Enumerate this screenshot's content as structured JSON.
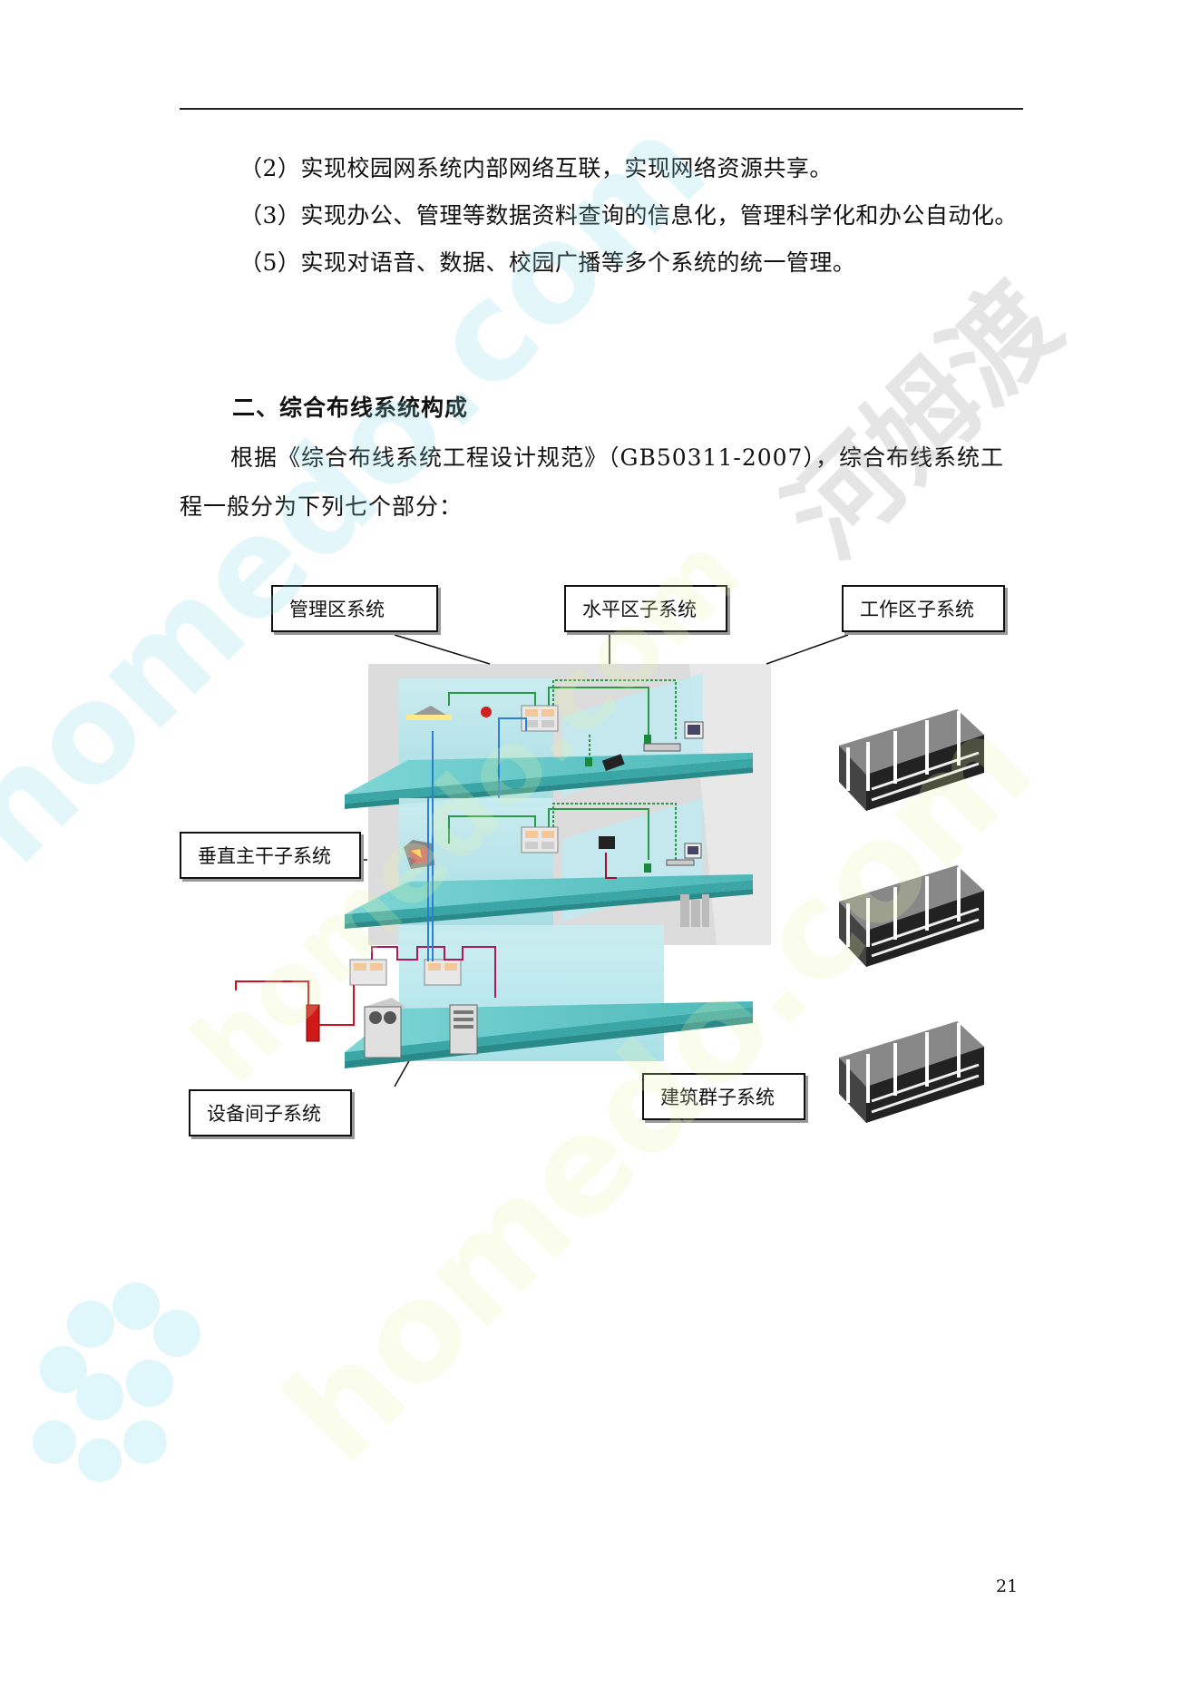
{
  "items": [
    "（2）实现校园网系统内部网络互联，实现网络资源共享。",
    "（3）实现办公、管理等数据资料查询的信息化，管理科学化和办公自动化。",
    "（5）实现对语音、数据、校园广播等多个系统的统一管理。"
  ],
  "section": {
    "heading": "二、综合布线系统构成",
    "body": "根据《综合布线系统工程设计规范》（GB50311-2007），综合布线系统工程一般分为下列七个部分："
  },
  "diagram": {
    "labels": {
      "management": "管理区系统",
      "horizontal": "水平区子系统",
      "work_area": "工作区子系统",
      "vertical": "垂直主干子系统",
      "equipment": "设备间子系统",
      "campus": "建筑群子系统"
    }
  },
  "watermark": {
    "text": "homedo.com",
    "brand": "河姆渡",
    "color": "#6fd3e8"
  },
  "page_number": "21"
}
